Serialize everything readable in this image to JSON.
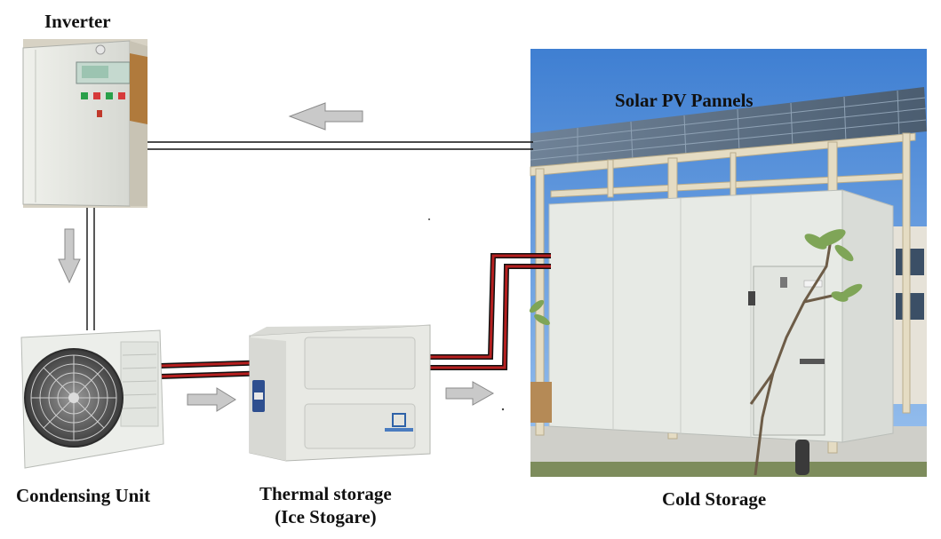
{
  "labels": {
    "inverter": "Inverter",
    "solar_pv": "Solar PV Pannels",
    "condensing_unit": "Condensing Unit",
    "thermal_storage_line1": "Thermal storage",
    "thermal_storage_line2": "(Ice Stogare)",
    "cold_storage": "Cold Storage"
  },
  "colors": {
    "refrigerant_line": "#b51f1f",
    "electrical_line": "#111111",
    "flow_arrow": "#c8c8c8",
    "unit_body": "#e9ebe6",
    "sky": "#4a86d6",
    "panel": "#5a6d80"
  },
  "icons": {
    "flow_arrow": "block-arrow-icon",
    "fan": "fan-grille-icon"
  }
}
